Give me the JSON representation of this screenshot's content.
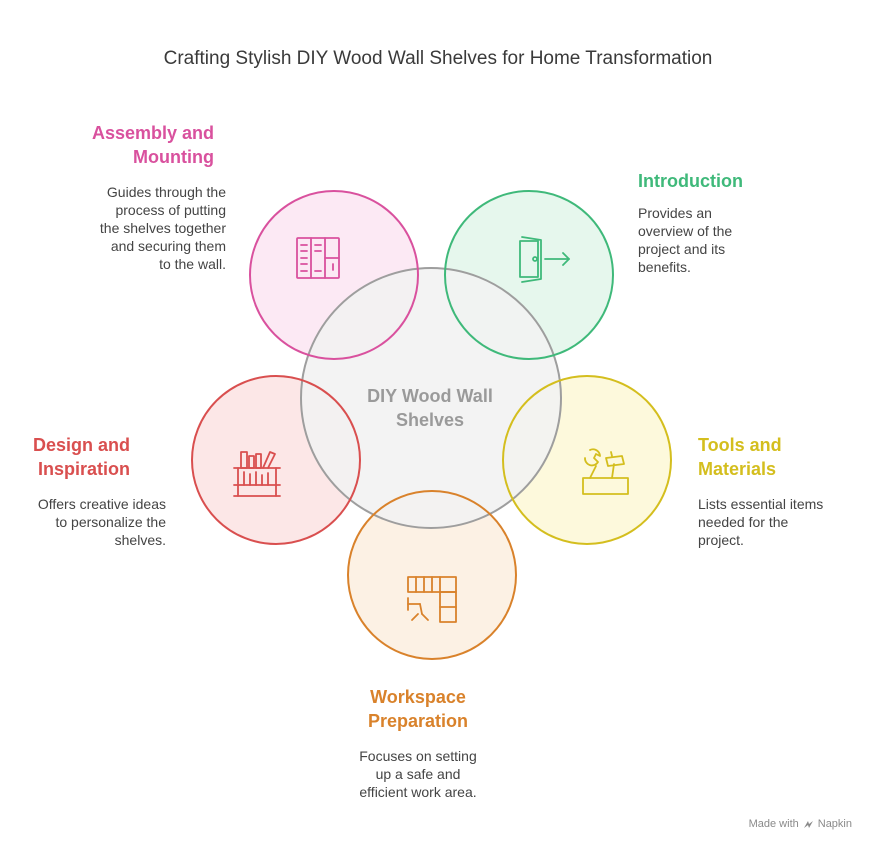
{
  "title": "Crafting Stylish DIY Wood Wall Shelves for Home Transformation",
  "center": {
    "label_line1": "DIY Wood Wall",
    "label_line2": "Shelves"
  },
  "sections": {
    "assembly": {
      "head_line1": "Assembly and",
      "head_line2": "Mounting",
      "desc_lines": [
        "Guides through the",
        "process of putting",
        "the shelves together",
        "and securing them",
        "to the wall."
      ],
      "color": "#d9519e",
      "icon": "cabinet-icon"
    },
    "introduction": {
      "head_line1": "Introduction",
      "desc_lines": [
        "Provides an",
        "overview of the",
        "project and its",
        "benefits."
      ],
      "color": "#3fb97a",
      "icon": "door-exit-icon"
    },
    "design": {
      "head_line1": "Design and",
      "head_line2": "Inspiration",
      "desc_lines": [
        "Offers creative ideas",
        "to personalize the",
        "shelves."
      ],
      "color": "#d94f4f",
      "icon": "bookshelf-icon"
    },
    "tools": {
      "head_line1": "Tools and",
      "head_line2": "Materials",
      "desc_lines": [
        "Lists essential items",
        "needed for the",
        "project."
      ],
      "color": "#d4be1e",
      "icon": "toolbox-icon"
    },
    "workspace": {
      "head_line1": "Workspace",
      "head_line2": "Preparation",
      "desc_lines": [
        "Focuses on setting",
        "up a safe and",
        "efficient work area."
      ],
      "color": "#d9822b",
      "icon": "kitchen-layout-icon"
    }
  },
  "footer": {
    "made_with": "Made with",
    "brand": "Napkin"
  }
}
